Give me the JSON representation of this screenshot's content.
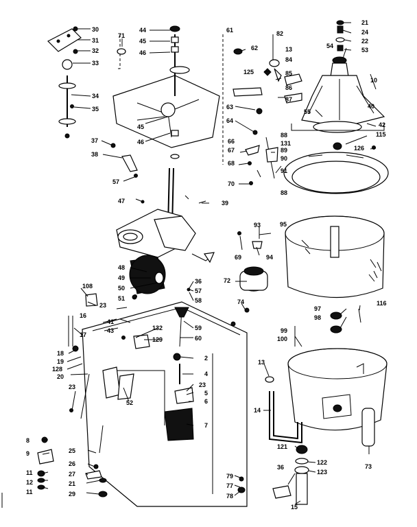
{
  "parts": {
    "p30": "30",
    "p31": "31",
    "p32": "32",
    "p33": "33",
    "p34": "34",
    "p35": "35",
    "p37": "37",
    "p38": "38",
    "p57a": "57",
    "p71": "71",
    "p44": "44",
    "p45a": "45",
    "p46a": "46",
    "p61": "61",
    "p62": "62",
    "p45b": "45",
    "p46b": "46",
    "p82": "82",
    "p13a": "13",
    "p84": "84",
    "p85": "85",
    "p86": "86",
    "p87": "87",
    "p125": "125",
    "p63": "63",
    "p64": "64",
    "p66": "66",
    "p67": "67",
    "p68": "68",
    "p70": "70",
    "p88a": "88",
    "p131": "131",
    "p89": "89",
    "p90": "90",
    "p91": "91",
    "p88b": "88",
    "p21a": "21",
    "p24": "24",
    "p22": "22",
    "p53": "53",
    "p54": "54",
    "p10": "10",
    "p40": "40",
    "p55": "55",
    "p42": "42",
    "p115": "115",
    "p126": "126",
    "p47": "47",
    "p39": "39",
    "p93": "93",
    "p94": "94",
    "p69": "69",
    "p95": "95",
    "p48": "48",
    "p49": "49",
    "p50": "50",
    "p51": "51",
    "p36a": "36",
    "p57b": "57",
    "p58": "58",
    "p72": "72",
    "p108": "108",
    "p23a": "23",
    "p16": "16",
    "p41": "41",
    "p43": "43",
    "p17": "17",
    "p18": "18",
    "p19": "19",
    "p128": "128",
    "p20": "20",
    "p132": "132",
    "p129": "129",
    "p59": "59",
    "p60": "60",
    "p74": "74",
    "p97": "97",
    "p98": "98",
    "p116": "116",
    "p99": "99",
    "p100": "100",
    "p2": "2",
    "p4": "4",
    "p23b": "23",
    "p5": "5",
    "p6": "6",
    "p7": "7",
    "p23c": "23",
    "p52": "52",
    "p13b": "13",
    "p14": "14",
    "p121": "121",
    "p122": "122",
    "p123": "123",
    "p73": "73",
    "p8": "8",
    "p9": "9",
    "p25": "25",
    "p26": "26",
    "p27": "27",
    "p21b": "21",
    "p29": "29",
    "p11a": "11",
    "p12": "12",
    "p11b": "11",
    "p79": "79",
    "p77": "77",
    "p78": "78",
    "p36b": "36",
    "p15": "15"
  }
}
